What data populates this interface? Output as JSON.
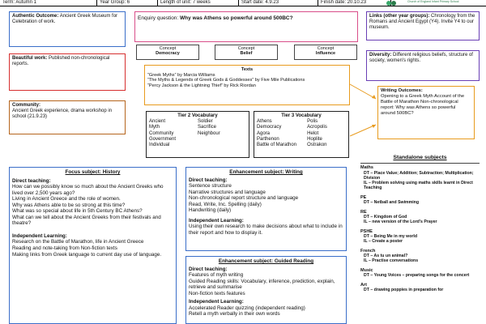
{
  "header": {
    "term": "Term: Autumn 1",
    "year_group": "Year Group: 6",
    "length": "Length of unit: 7 weeks",
    "start": "Start date: 4.9.23",
    "finish": "Finish date: 20.10.23",
    "logo_text": "Church of England Infant Primary School"
  },
  "authentic_outcome": {
    "label": "Authentic Outcome:",
    "text": "Ancient Greek Museum for Celebration of work."
  },
  "enquiry": {
    "label": "Enquiry question:",
    "text": "Why was Athens so powerful around 500BC?"
  },
  "links": {
    "label": "Links (other year groups):",
    "text": "Chronology from the Romans and Ancient Egypt (Y4). Invite Y4 to our museum."
  },
  "concepts": [
    {
      "label": "Concept",
      "value": "Democracy"
    },
    {
      "label": "Concept",
      "value": "Belief"
    },
    {
      "label": "Concept",
      "value": "Influence"
    }
  ],
  "beautiful_work": {
    "label": "Beautiful work:",
    "text": "Published non-chronological reports."
  },
  "diversity": {
    "label": "Diversity:",
    "text": "Different religious beliefs, structure of society, women's rights."
  },
  "texts": {
    "title": "Texts",
    "items": [
      "“Greek Myths” by Marcia Williams",
      "“The Myths & Legends of Greek Gods & Goddesses” by Five Mile Publications",
      "“Percy Jackson & the Lightning Thief” by Rick Riordan"
    ]
  },
  "community": {
    "label": "Community:",
    "text": "Ancient Greek experience, drama workshop in school (21.9.23)"
  },
  "writing_outcomes": {
    "label": "Writing Outcomes:",
    "text": "Opening to a Greek Myth Account of the Battle of Marathon Non-chronological report: Why was Athens so powerful around 500BC?"
  },
  "tier2": {
    "title": "Tier 2 Vocabulary",
    "col1": [
      "Ancient",
      "Myth",
      "Community",
      "Government",
      "Individual"
    ],
    "col2": [
      "Soldier",
      "Sacrifice",
      "Neighbour"
    ]
  },
  "tier3": {
    "title": "Tier 3 Vocabulary",
    "col1": [
      "Athens",
      "Democracy",
      "Agora",
      "Parthenon",
      "Battle of Marathon"
    ],
    "col2": [
      "Polis",
      "Acropolis",
      "Helot",
      "Hoplite",
      "Ostrakon"
    ]
  },
  "focus": {
    "title": "Focus subject: History",
    "direct_label": "Direct teaching:",
    "direct_items": [
      "How can we possibly know so much about the Ancient Greeks who lived over 2,500 years ago?",
      "Living in Ancient Greece and the role of women.",
      "Why was Athens able to be so strong at this time?",
      "What was so special about life in 5th Century BC Athens?",
      "What can we tell about the Ancient Greeks from their festivals and theatre?"
    ],
    "independent_label": "Independent Learning:",
    "independent_items": [
      "Research on the Battle of Marathon, life in Ancient Greece",
      "Reading and note-taking from Non-fiction texts",
      "Making links from Greek language to current day use of language."
    ]
  },
  "writing": {
    "title": "Enhancement subject: Writing",
    "direct_label": "Direct teaching:",
    "direct_items": [
      "Sentence structure",
      "Narrative structures and language",
      "Non-chronological report structure and language",
      "Read, Write, Inc. Spelling (daily)",
      "Handwriting (daily)"
    ],
    "independent_label": "Independent Learning:",
    "independent_items": [
      "Using their own research to make decisions about what to include in their report and how to display it."
    ]
  },
  "reading": {
    "title": "Enhancement subject: Guided Reading",
    "direct_label": "Direct teaching:",
    "direct_items": [
      "Features of myth writing",
      "Guided Reading skills: Vocabulary, inference, prediction, explain, retrieve and summarise",
      "Non-fiction texts features"
    ],
    "independent_label": "Independent Learning:",
    "independent_items": [
      "Accelerated Reader quizzing (independent reading)",
      "Retell a myth verbally in their own words"
    ]
  },
  "standalone": {
    "title": "Standalone subjects",
    "subjects": [
      {
        "name": "Maths",
        "items": [
          "DT – Place Value; Addition; Subtraction; Multiplication; Division",
          "IL – Problem solving using maths skills learnt in Direct Teaching"
        ]
      },
      {
        "name": "PE",
        "items": [
          "DT – Netball and Swimming"
        ]
      },
      {
        "name": "RE",
        "items": [
          "DT – Kingdom of God",
          "IL – new version of the Lord's Prayer"
        ]
      },
      {
        "name": "PSHE",
        "items": [
          "DT – Being Me in my world",
          "IL – Create a poster"
        ]
      },
      {
        "name": "French",
        "items": [
          "DT – As tu un animal?",
          "IL – Practise conversations"
        ]
      },
      {
        "name": "Music",
        "items": [
          "DT – Young Voices – preparing songs for the concert"
        ]
      },
      {
        "name": "Art",
        "items": [
          "DT – drawing poppies in preparation for"
        ]
      }
    ]
  },
  "colors": {
    "blue": "#3a6ec9",
    "orange": "#e89b1e",
    "pink": "#d94f8a",
    "brown": "#b5651d",
    "purple": "#6a3fb5",
    "red": "#d62f2f"
  }
}
